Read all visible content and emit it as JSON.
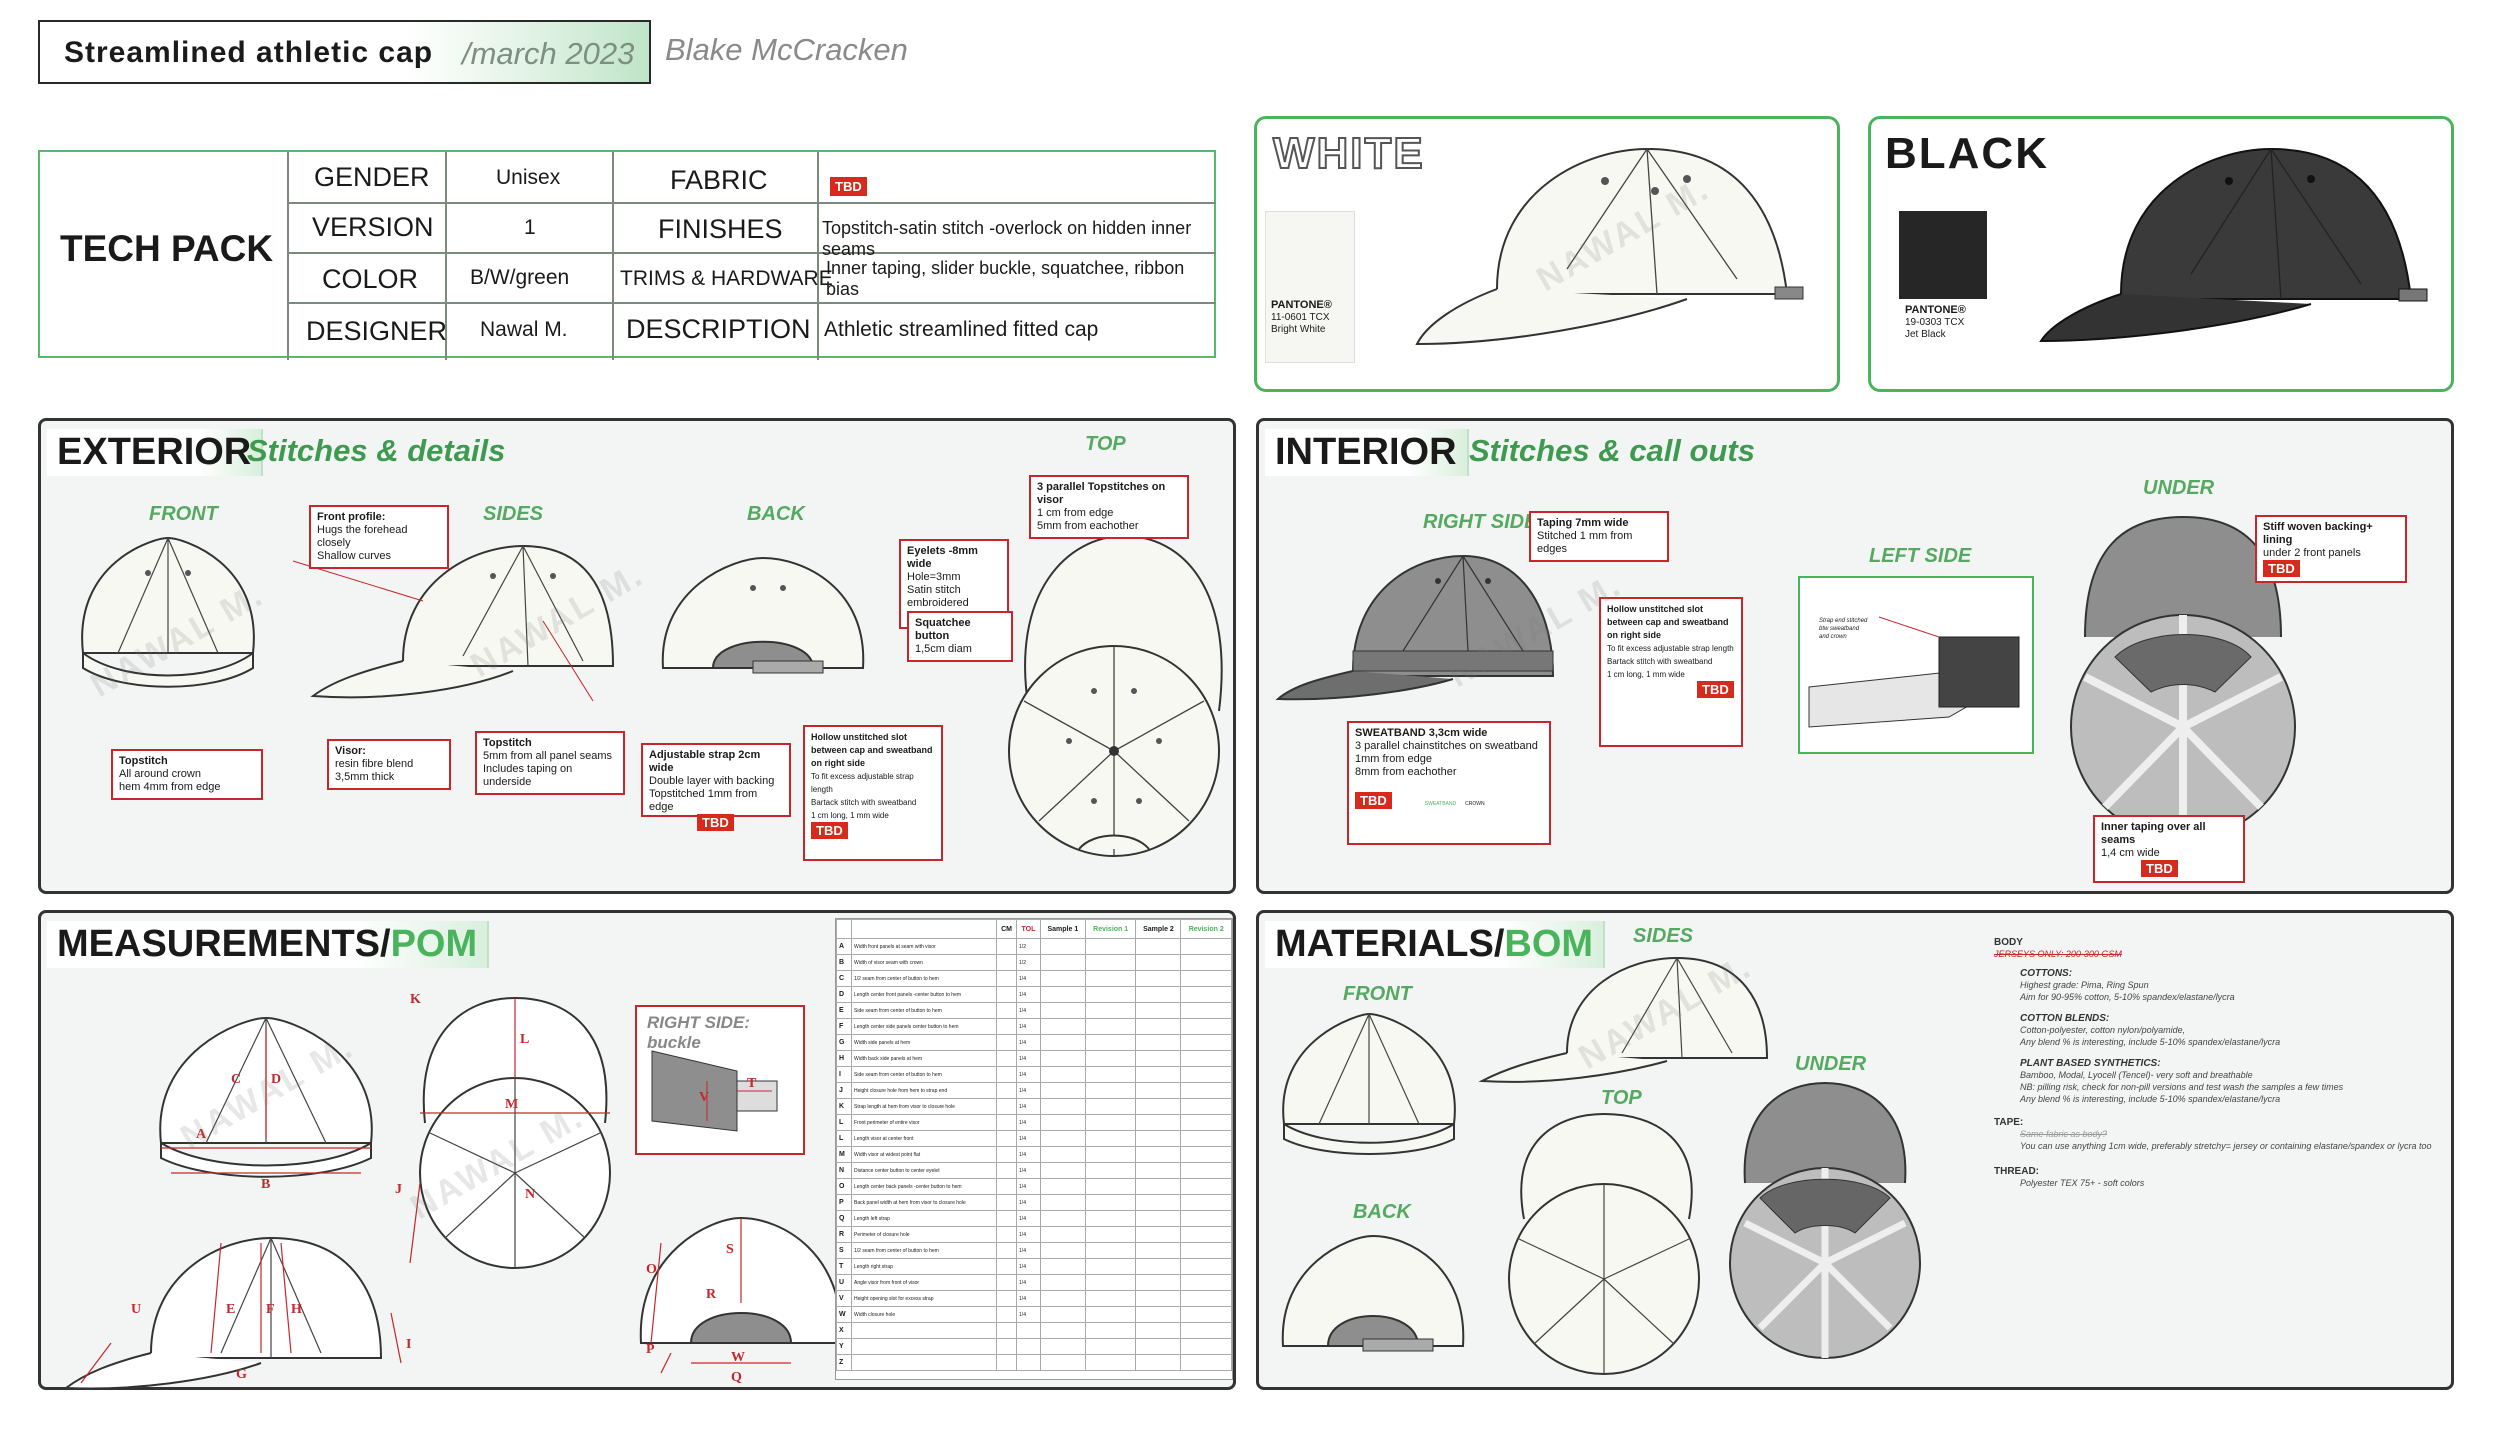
{
  "header": {
    "title": "Streamlined athletic cap",
    "date": "/march 2023",
    "author": "Blake McCracken"
  },
  "tech_pack": {
    "title": "TECH PACK",
    "rows": [
      {
        "label": "GENDER",
        "value": "Unisex",
        "label2": "FABRIC",
        "value2": "",
        "tbd": "TBD"
      },
      {
        "label": "VERSION",
        "value": "1",
        "label2": "FINISHES",
        "value2": "Topstitch-satin stitch -overlock on hidden inner seams"
      },
      {
        "label": "COLOR",
        "value": "B/W/green",
        "label2": "TRIMS & HARDWARE",
        "value2": "Inner taping, slider buckle, squatchee, ribbon bias"
      },
      {
        "label": "DESIGNER",
        "value": "Nawal M.",
        "label2": "DESCRIPTION",
        "value2": "Athletic streamlined fitted cap"
      }
    ]
  },
  "colorways": [
    {
      "name": "WHITE",
      "pantone_brand": "PANTONE®",
      "pantone_code": "11-0601 TCX",
      "pantone_name": "Bright White",
      "swatch": "#f6f6f2",
      "cap": "#f8f8f3"
    },
    {
      "name": "BLACK",
      "pantone_brand": "PANTONE®",
      "pantone_code": "19-0303 TCX",
      "pantone_name": "Jet Black",
      "swatch": "#262626",
      "cap": "#3a3a3a"
    }
  ],
  "watermark": "NAWAL M.",
  "exterior": {
    "title": "EXTERIOR",
    "subtitle": "Stitches & details",
    "views": {
      "front": "FRONT",
      "sides": "SIDES",
      "back": "BACK",
      "top": "TOP"
    },
    "callouts": {
      "front_profile": {
        "title": "Front profile:",
        "lines": [
          "Hugs the forehead closely",
          "Shallow curves"
        ]
      },
      "topstitch_front": {
        "title": "Topstitch",
        "lines": [
          "All around crown",
          "hem 4mm from edge"
        ]
      },
      "visor": {
        "title": "Visor:",
        "lines": [
          "resin fibre blend",
          "3,5mm thick"
        ]
      },
      "topstitch_side": {
        "title": "Topstitch",
        "lines": [
          "5mm from all panel seams",
          "Includes taping on underside"
        ]
      },
      "eyelets": {
        "title": "Eyelets -8mm wide",
        "lines": [
          "Hole=3mm",
          "Satin stitch",
          "embroidered edges"
        ]
      },
      "squatchee": {
        "title": "Squatchee button",
        "lines": [
          "1,5cm diam"
        ]
      },
      "strap": {
        "title": "Adjustable strap 2cm wide",
        "lines": [
          "Double layer with backing",
          "Topstitched 1mm from edge"
        ],
        "tbd": "TBD"
      },
      "hollow_slot": {
        "title": "Hollow unstitched slot between cap and sweatband on right side",
        "lines": [
          "To fit excess adjustable strap length",
          "Bartack stitch with sweatband",
          "1 cm long, 1 mm wide"
        ],
        "tbd": "TBD"
      },
      "topstitch_visor": {
        "title": "3 parallel Topstitches  on visor",
        "lines": [
          "1 cm from edge",
          "5mm from eachother"
        ]
      }
    }
  },
  "interior": {
    "title": "INTERIOR",
    "subtitle": "Stitches & call outs",
    "views": {
      "right": "RIGHT SIDE",
      "left": "LEFT SIDE",
      "under": "UNDER"
    },
    "callouts": {
      "taping": {
        "title": "Taping 7mm wide",
        "lines": [
          "Stitched 1 mm from edges"
        ]
      },
      "hollow_slot": {
        "title": "Hollow unstitched slot between cap and sweatband on right side",
        "lines": [
          "To fit excess adjustable strap length",
          "Bartack stitch  with sweatband",
          "1 cm long, 1 mm wide"
        ],
        "tbd": "TBD"
      },
      "sweatband": {
        "title": "SWEATBAND 3,3cm wide",
        "lines": [
          "3 parallel chainstitches on sweatband",
          "1mm from edge",
          "8mm from eachother"
        ],
        "tbd": "TBD",
        "tag1": "SWEATBAND",
        "tag2": "CROWN"
      },
      "strap_end": {
        "lines": [
          "Strap end stitched",
          "btw sweatband",
          "and crown"
        ]
      },
      "backing": {
        "title": "Stiff woven backing+ lining",
        "lines": [
          "under 2 front panels"
        ],
        "tbd": "TBD"
      },
      "inner_taping": {
        "title": "Inner taping over all seams",
        "lines": [
          "1,4 cm wide"
        ],
        "tbd": "TBD"
      }
    }
  },
  "measurements": {
    "title_a": "MEASUREMENTS/",
    "title_b": "POM",
    "right_side_label": "RIGHT SIDE: buckle",
    "letters_front": [
      "A",
      "B",
      "C",
      "D"
    ],
    "letters_top": [
      "K",
      "L",
      "M",
      "N",
      "J"
    ],
    "letters_side": [
      "E",
      "F",
      "G",
      "H",
      "I",
      "U"
    ],
    "letters_back": [
      "O",
      "P",
      "Q",
      "R",
      "S",
      "W"
    ],
    "letters_buckle": [
      "V",
      "T"
    ],
    "table": {
      "headers": [
        "",
        "",
        "CM",
        "TOL",
        "Sample 1",
        "Revision 1",
        "Sample 2",
        "Revision 2"
      ],
      "rows": [
        [
          "A",
          "Width front panels at seam with visor",
          "",
          "1/2"
        ],
        [
          "B",
          "Width of visor seam with crown",
          "",
          "1/2"
        ],
        [
          "C",
          "1/2 seam from center of button to hem",
          "",
          "1/4"
        ],
        [
          "D",
          "Length center front panels -center button to hem",
          "",
          "1/4"
        ],
        [
          "E",
          "Side seam from center of button to hem",
          "",
          "1/4"
        ],
        [
          "F",
          "Length center side panels center button to hem",
          "",
          "1/4"
        ],
        [
          "G",
          "Width side panels at hem",
          "",
          "1/4"
        ],
        [
          "H",
          "Width back side panels at hem",
          "",
          "1/4"
        ],
        [
          "I",
          "Side seam from center of button to hem",
          "",
          "1/4"
        ],
        [
          "J",
          "Height closure hole from hem to strap end",
          "",
          "1/4"
        ],
        [
          "K",
          "Strap length at hem from visor to closure hole",
          "",
          "1/4"
        ],
        [
          "L",
          "Front perimeter of entire visor",
          "",
          "1/4"
        ],
        [
          "L",
          "Length visor at center front",
          "",
          "1/4"
        ],
        [
          "M",
          "Width visor at widest point flat",
          "",
          "1/4"
        ],
        [
          "N",
          "Distance center button to center eyelet",
          "",
          "1/4"
        ],
        [
          "O",
          "Length center back panels -center button to hem",
          "",
          "1/4"
        ],
        [
          "P",
          "Back panel width at hem from visor to closure hole",
          "",
          "1/4"
        ],
        [
          "Q",
          "Length left strap",
          "",
          "1/4"
        ],
        [
          "R",
          "Perimeter of closure hole",
          "",
          "1/4"
        ],
        [
          "S",
          "1/2 seam from center of button to hem",
          "",
          "1/4"
        ],
        [
          "T",
          "Length right strap",
          "",
          "1/4"
        ],
        [
          "U",
          "Angle visor from front of visor",
          "",
          "1/4"
        ],
        [
          "V",
          "Height opening slot for excess strap",
          "",
          "1/4"
        ],
        [
          "W",
          "Width closure hole",
          "",
          "1/4"
        ],
        [
          "X",
          "",
          "",
          ""
        ],
        [
          "Y",
          "",
          "",
          ""
        ],
        [
          "Z",
          "",
          "",
          ""
        ]
      ]
    }
  },
  "materials": {
    "title_a": "MATERIALS/",
    "title_b": "BOM",
    "views": {
      "front": "FRONT",
      "sides": "SIDES",
      "top": "TOP",
      "back": "BACK",
      "under": "UNDER"
    },
    "bom": {
      "body_head": "BODY",
      "body_note": "JERSEYS ONLY: 200-300 GSM",
      "cotton_head": "COTTONS:",
      "cotton_lines": [
        "Highest grade: Pima, Ring Spun",
        "Aim for 90-95% cotton, 5-10% spandex/elastane/lycra"
      ],
      "blend_head": "COTTON BLENDS:",
      "blend_lines": [
        "Cotton-polyester, cotton nylon/polyamide,",
        "Any blend % is interesting, include 5-10% spandex/elastane/lycra"
      ],
      "plant_head": "PLANT BASED SYNTHETICS:",
      "plant_lines": [
        "Bamboo, Modal, Lyocell (Tencel)- very soft and breathable",
        "NB: pilling risk, check for non-pill versions and test wash the samples a few times",
        "Any blend % is interesting, include 5-10% spandex/elastane/lycra"
      ],
      "tape_head": "TAPE:",
      "tape_lines": [
        "Same fabric as body?",
        "You can use anything 1cm wide, preferably stretchy= jersey or containing elastane/spandex or lycra too"
      ],
      "thread_head": "THREAD:",
      "thread_lines": [
        "Polyester TEX 75+ - soft colors"
      ]
    }
  },
  "colors": {
    "accent_green": "#49b45c",
    "callout_red": "#c8262a",
    "panel_bg": "#f3f4f4",
    "cap_grey": "#8e8e8e"
  }
}
